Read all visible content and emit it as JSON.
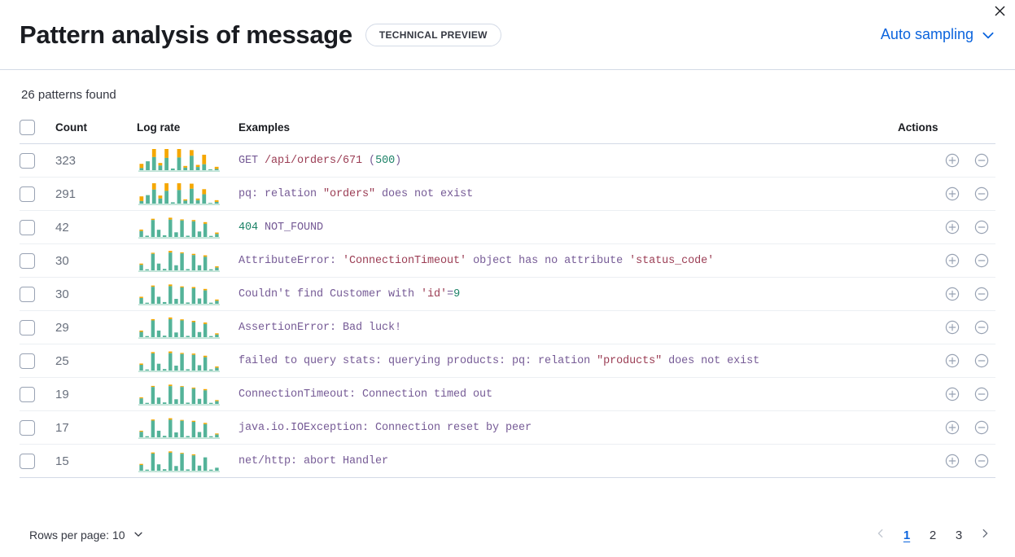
{
  "header": {
    "title": "Pattern analysis of message",
    "badge": "TECHNICAL PREVIEW",
    "sampling_label": "Auto sampling",
    "chevron_icon": "chevron-down-icon",
    "close_icon": "close-icon"
  },
  "body": {
    "patterns_found": "26 patterns found"
  },
  "table": {
    "columns": {
      "select": "",
      "count": "Count",
      "log_rate": "Log rate",
      "examples": "Examples",
      "actions": "Actions"
    },
    "colors": {
      "bar_primary": "#54B399",
      "bar_secondary": "#F5A700",
      "baseline": "#9FD4C1",
      "accent_link": "#0B64DD",
      "text_example": "#765B96",
      "token_string": "#9B3D54",
      "token_number": "#1E8368",
      "row_divider": "#ECEFF3"
    },
    "rows": [
      {
        "count": "323",
        "example_parts": [
          {
            "t": "GET ",
            "k": "dim"
          },
          {
            "t": "/api/orders/671",
            "k": "str"
          },
          {
            "t": " (",
            "k": "dim"
          },
          {
            "t": "500",
            "k": "num"
          },
          {
            "t": ")",
            "k": "dim"
          }
        ],
        "example_text": "GET /api/orders/671 (500)",
        "bars": [
          {
            "a": 0.1,
            "b": 0.2
          },
          {
            "a": 0.42,
            "b": 0.0
          },
          {
            "a": 0.62,
            "b": 0.38
          },
          {
            "a": 0.22,
            "b": 0.12
          },
          {
            "a": 0.58,
            "b": 0.42
          },
          {
            "a": 0.08,
            "b": 0.0
          },
          {
            "a": 0.6,
            "b": 0.4
          },
          {
            "a": 0.12,
            "b": 0.08
          },
          {
            "a": 0.68,
            "b": 0.27
          },
          {
            "a": 0.15,
            "b": 0.1
          },
          {
            "a": 0.28,
            "b": 0.45
          },
          {
            "a": 0.04,
            "b": 0.0
          },
          {
            "a": 0.06,
            "b": 0.1
          }
        ]
      },
      {
        "count": "291",
        "example_parts": [
          {
            "t": "pq: relation ",
            "k": "dim"
          },
          {
            "t": "\"orders\"",
            "k": "str"
          },
          {
            "t": " does not exist",
            "k": "dim"
          }
        ],
        "example_text": "pq: relation \"orders\" does not exist",
        "bars": [
          {
            "a": 0.12,
            "b": 0.22
          },
          {
            "a": 0.4,
            "b": 0.0
          },
          {
            "a": 0.66,
            "b": 0.3
          },
          {
            "a": 0.24,
            "b": 0.14
          },
          {
            "a": 0.6,
            "b": 0.36
          },
          {
            "a": 0.06,
            "b": 0.0
          },
          {
            "a": 0.64,
            "b": 0.32
          },
          {
            "a": 0.14,
            "b": 0.06
          },
          {
            "a": 0.7,
            "b": 0.24
          },
          {
            "a": 0.16,
            "b": 0.08
          },
          {
            "a": 0.44,
            "b": 0.24
          },
          {
            "a": 0.03,
            "b": 0.0
          },
          {
            "a": 0.08,
            "b": 0.08
          }
        ]
      },
      {
        "count": "42",
        "example_parts": [
          {
            "t": "404",
            "k": "num"
          },
          {
            "t": " NOT_FOUND",
            "k": "dim"
          }
        ],
        "example_text": "404 NOT_FOUND",
        "bars": [
          {
            "a": 0.28,
            "b": 0.07
          },
          {
            "a": 0.06,
            "b": 0.0
          },
          {
            "a": 0.8,
            "b": 0.06
          },
          {
            "a": 0.34,
            "b": 0.0
          },
          {
            "a": 0.08,
            "b": 0.0
          },
          {
            "a": 0.82,
            "b": 0.09
          },
          {
            "a": 0.22,
            "b": 0.0
          },
          {
            "a": 0.78,
            "b": 0.05
          },
          {
            "a": 0.06,
            "b": 0.0
          },
          {
            "a": 0.74,
            "b": 0.06
          },
          {
            "a": 0.26,
            "b": 0.0
          },
          {
            "a": 0.62,
            "b": 0.08
          },
          {
            "a": 0.05,
            "b": 0.0
          },
          {
            "a": 0.14,
            "b": 0.07
          }
        ]
      },
      {
        "count": "30",
        "example_parts": [
          {
            "t": "AttributeError: ",
            "k": "dim"
          },
          {
            "t": "'ConnectionTimeout'",
            "k": "str"
          },
          {
            "t": " object has no attribute ",
            "k": "dim"
          },
          {
            "t": "'status_code'",
            "k": "str"
          }
        ],
        "example_text": "AttributeError: 'ConnectionTimeout' object has no attribute 'status_code'",
        "bars": [
          {
            "a": 0.26,
            "b": 0.06
          },
          {
            "a": 0.05,
            "b": 0.0
          },
          {
            "a": 0.78,
            "b": 0.05
          },
          {
            "a": 0.32,
            "b": 0.0
          },
          {
            "a": 0.07,
            "b": 0.0
          },
          {
            "a": 0.84,
            "b": 0.08
          },
          {
            "a": 0.24,
            "b": 0.0
          },
          {
            "a": 0.8,
            "b": 0.05
          },
          {
            "a": 0.06,
            "b": 0.0
          },
          {
            "a": 0.72,
            "b": 0.06
          },
          {
            "a": 0.24,
            "b": 0.0
          },
          {
            "a": 0.64,
            "b": 0.07
          },
          {
            "a": 0.05,
            "b": 0.0
          },
          {
            "a": 0.13,
            "b": 0.06
          }
        ]
      },
      {
        "count": "30",
        "example_parts": [
          {
            "t": "Couldn't find Customer with ",
            "k": "dim"
          },
          {
            "t": "'id'",
            "k": "str"
          },
          {
            "t": "=",
            "k": "dim"
          },
          {
            "t": "9",
            "k": "num"
          }
        ],
        "example_text": "Couldn't find Customer with 'id'=9",
        "bars": [
          {
            "a": 0.27,
            "b": 0.06
          },
          {
            "a": 0.05,
            "b": 0.0
          },
          {
            "a": 0.8,
            "b": 0.06
          },
          {
            "a": 0.33,
            "b": 0.0
          },
          {
            "a": 0.08,
            "b": 0.0
          },
          {
            "a": 0.83,
            "b": 0.08
          },
          {
            "a": 0.23,
            "b": 0.0
          },
          {
            "a": 0.77,
            "b": 0.05
          },
          {
            "a": 0.06,
            "b": 0.0
          },
          {
            "a": 0.73,
            "b": 0.06
          },
          {
            "a": 0.25,
            "b": 0.0
          },
          {
            "a": 0.63,
            "b": 0.07
          },
          {
            "a": 0.05,
            "b": 0.0
          },
          {
            "a": 0.14,
            "b": 0.06
          }
        ]
      },
      {
        "count": "29",
        "example_parts": [
          {
            "t": "AssertionError: Bad luck!",
            "k": "dim"
          }
        ],
        "example_text": "AssertionError: Bad luck!",
        "bars": [
          {
            "a": 0.25,
            "b": 0.06
          },
          {
            "a": 0.05,
            "b": 0.0
          },
          {
            "a": 0.79,
            "b": 0.06
          },
          {
            "a": 0.31,
            "b": 0.0
          },
          {
            "a": 0.07,
            "b": 0.0
          },
          {
            "a": 0.85,
            "b": 0.08
          },
          {
            "a": 0.22,
            "b": 0.0
          },
          {
            "a": 0.79,
            "b": 0.05
          },
          {
            "a": 0.06,
            "b": 0.0
          },
          {
            "a": 0.71,
            "b": 0.06
          },
          {
            "a": 0.24,
            "b": 0.0
          },
          {
            "a": 0.62,
            "b": 0.07
          },
          {
            "a": 0.05,
            "b": 0.0
          },
          {
            "a": 0.12,
            "b": 0.06
          }
        ]
      },
      {
        "count": "25",
        "example_parts": [
          {
            "t": "failed to query stats: querying products: pq: relation ",
            "k": "dim"
          },
          {
            "t": "\"products\"",
            "k": "str"
          },
          {
            "t": " does not exist",
            "k": "dim"
          }
        ],
        "example_text": "failed to query stats: querying products: pq: relation \"products\" does not exist",
        "bars": [
          {
            "a": 0.27,
            "b": 0.06
          },
          {
            "a": 0.05,
            "b": 0.0
          },
          {
            "a": 0.81,
            "b": 0.06
          },
          {
            "a": 0.32,
            "b": 0.0
          },
          {
            "a": 0.07,
            "b": 0.0
          },
          {
            "a": 0.82,
            "b": 0.08
          },
          {
            "a": 0.23,
            "b": 0.0
          },
          {
            "a": 0.78,
            "b": 0.05
          },
          {
            "a": 0.06,
            "b": 0.0
          },
          {
            "a": 0.74,
            "b": 0.06
          },
          {
            "a": 0.25,
            "b": 0.0
          },
          {
            "a": 0.63,
            "b": 0.07
          },
          {
            "a": 0.05,
            "b": 0.0
          },
          {
            "a": 0.13,
            "b": 0.06
          }
        ]
      },
      {
        "count": "19",
        "example_parts": [
          {
            "t": "ConnectionTimeout: Connection timed out",
            "k": "dim"
          }
        ],
        "example_text": "ConnectionTimeout: Connection timed out",
        "bars": [
          {
            "a": 0.26,
            "b": 0.05
          },
          {
            "a": 0.05,
            "b": 0.0
          },
          {
            "a": 0.8,
            "b": 0.05
          },
          {
            "a": 0.3,
            "b": 0.0
          },
          {
            "a": 0.07,
            "b": 0.0
          },
          {
            "a": 0.84,
            "b": 0.07
          },
          {
            "a": 0.22,
            "b": 0.0
          },
          {
            "a": 0.8,
            "b": 0.04
          },
          {
            "a": 0.06,
            "b": 0.0
          },
          {
            "a": 0.72,
            "b": 0.05
          },
          {
            "a": 0.24,
            "b": 0.0
          },
          {
            "a": 0.64,
            "b": 0.06
          },
          {
            "a": 0.05,
            "b": 0.0
          },
          {
            "a": 0.13,
            "b": 0.05
          }
        ]
      },
      {
        "count": "17",
        "example_parts": [
          {
            "t": "java.io.IOException: Connection reset by peer",
            "k": "dim"
          }
        ],
        "example_text": "java.io.IOException: Connection reset by peer",
        "bars": [
          {
            "a": 0.26,
            "b": 0.05
          },
          {
            "a": 0.05,
            "b": 0.0
          },
          {
            "a": 0.79,
            "b": 0.05
          },
          {
            "a": 0.31,
            "b": 0.0
          },
          {
            "a": 0.07,
            "b": 0.0
          },
          {
            "a": 0.83,
            "b": 0.07
          },
          {
            "a": 0.23,
            "b": 0.0
          },
          {
            "a": 0.78,
            "b": 0.04
          },
          {
            "a": 0.06,
            "b": 0.0
          },
          {
            "a": 0.73,
            "b": 0.05
          },
          {
            "a": 0.25,
            "b": 0.0
          },
          {
            "a": 0.62,
            "b": 0.06
          },
          {
            "a": 0.05,
            "b": 0.0
          },
          {
            "a": 0.13,
            "b": 0.05
          }
        ]
      },
      {
        "count": "15",
        "example_parts": [
          {
            "t": "net/http: abort Handler",
            "k": "dim"
          }
        ],
        "example_text": "net/http: abort Handler",
        "bars": [
          {
            "a": 0.27,
            "b": 0.05
          },
          {
            "a": 0.05,
            "b": 0.0
          },
          {
            "a": 0.81,
            "b": 0.05
          },
          {
            "a": 0.3,
            "b": 0.0
          },
          {
            "a": 0.07,
            "b": 0.0
          },
          {
            "a": 0.85,
            "b": 0.06
          },
          {
            "a": 0.22,
            "b": 0.0
          },
          {
            "a": 0.8,
            "b": 0.04
          },
          {
            "a": 0.06,
            "b": 0.0
          },
          {
            "a": 0.72,
            "b": 0.05
          },
          {
            "a": 0.24,
            "b": 0.0
          },
          {
            "a": 0.63,
            "b": 0.0
          },
          {
            "a": 0.05,
            "b": 0.0
          },
          {
            "a": 0.14,
            "b": 0.0
          }
        ]
      }
    ],
    "row_actions": [
      {
        "icon": "plus-in-circle-icon",
        "title": "Filter for pattern"
      },
      {
        "icon": "minus-in-circle-icon",
        "title": "Filter out pattern"
      }
    ]
  },
  "footer": {
    "rows_per_page_label": "Rows per page: 10",
    "rows_chevron_icon": "chevron-down-icon",
    "prev_icon": "chevron-left-icon",
    "next_icon": "chevron-right-icon",
    "pages": [
      "1",
      "2",
      "3"
    ],
    "active_page": "1"
  }
}
